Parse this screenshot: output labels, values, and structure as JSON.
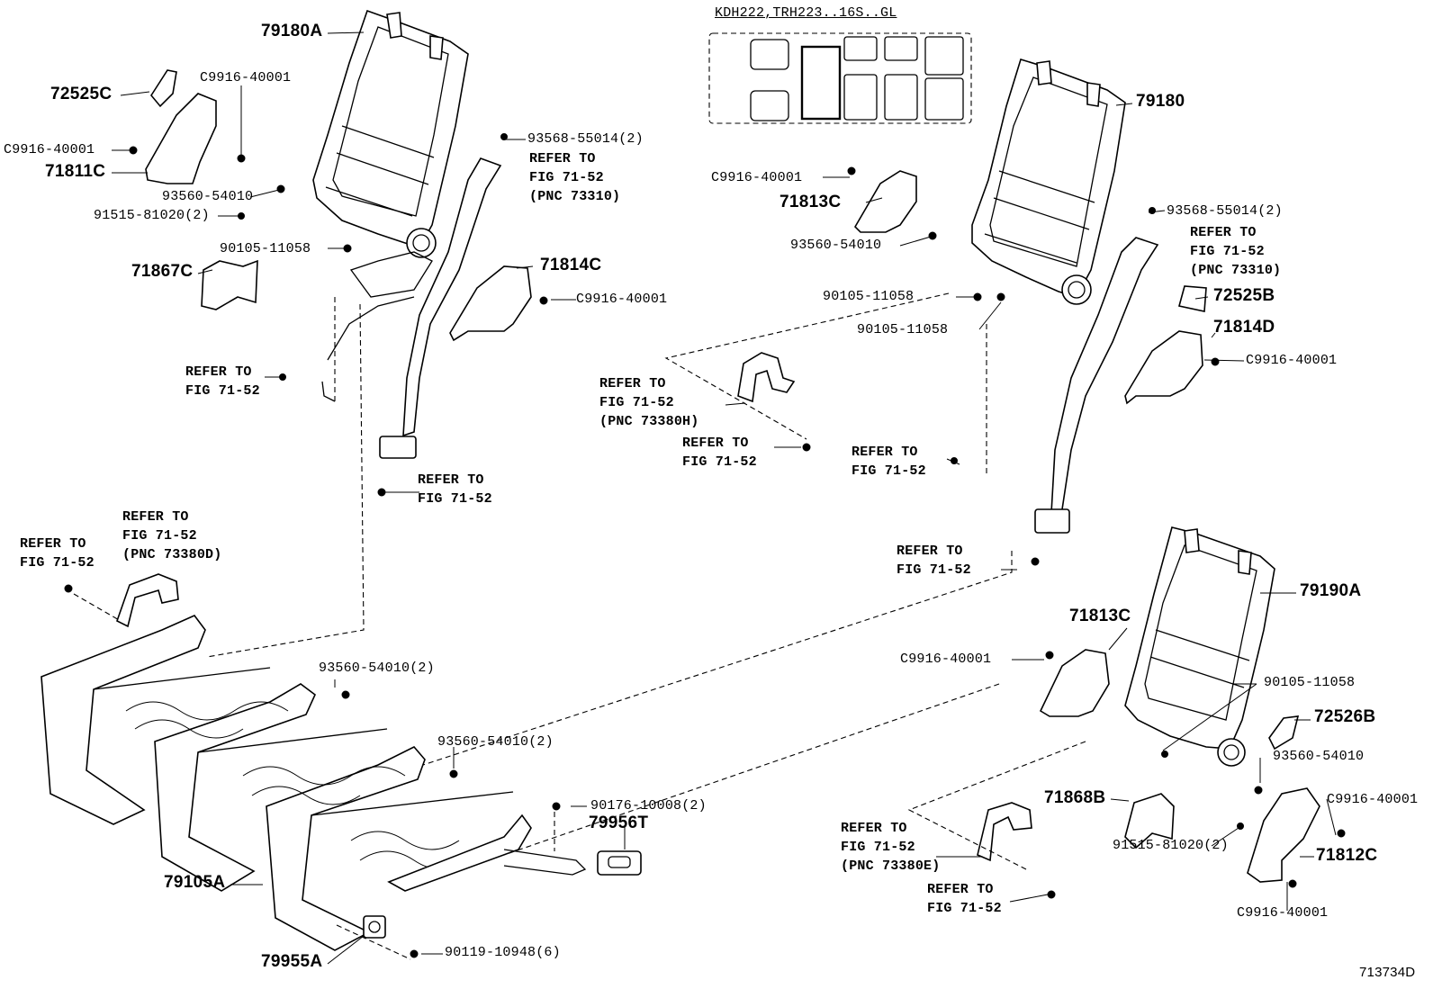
{
  "header": {
    "model_code": "KDH222,TRH223..16S..GL"
  },
  "figure_number": "713734D",
  "parts": {
    "p79180A": "79180A",
    "p72525C": "72525C",
    "p71811C": "71811C",
    "p71867C": "71867C",
    "p71814C": "71814C",
    "p79180": "79180",
    "p71813C_top": "71813C",
    "p72525B": "72525B",
    "p71814D": "71814D",
    "p79190A": "79190A",
    "p71813C_bottom": "71813C",
    "p72526B": "72526B",
    "p71868B": "71868B",
    "p71812C": "71812C",
    "p79105A": "79105A",
    "p79955A": "79955A",
    "p79956T": "79956T"
  },
  "callouts": {
    "c9916_a": "C9916-40001",
    "c9916_b": "C9916-40001",
    "n93560_a": "93560-54010",
    "n91515_a": "91515-81020(2)",
    "n90105_a": "90105-11058",
    "n93568_a": "93568-55014(2)",
    "c9916_c": "C9916-40001",
    "c9916_d": "C9916-40001",
    "n93560_b": "93560-54010",
    "n93568_b": "93568-55014(2)",
    "n90105_b": "90105-11058",
    "n90105_c": "90105-11058",
    "c9916_e": "C9916-40001",
    "c9916_f": "C9916-40001",
    "n90105_d": "90105-11058",
    "n93560_c": "93560-54010",
    "c9916_g": "C9916-40001",
    "n91515_b": "91515-81020(2)",
    "c9916_h": "C9916-40001",
    "n93560_d": "93560-54010(2)",
    "n93560_e": "93560-54010(2)",
    "n90176": "90176-10008(2)",
    "n90119": "90119-10948(6)"
  },
  "refers": {
    "r1": "REFER TO\nFIG 71-52\n(PNC 73310)",
    "r2": "REFER TO\nFIG 71-52",
    "r3": "REFER TO\nFIG 71-52",
    "r4": "REFER TO\nFIG 71-52\n(PNC 73380D)",
    "r5": "REFER TO\nFIG 71-52",
    "r6": "REFER TO\nFIG 71-52\n(PNC 73310)",
    "r7": "REFER TO\nFIG 71-52\n(PNC 73380H)",
    "r8": "REFER TO\nFIG 71-52",
    "r9": "REFER TO\nFIG 71-52",
    "r10": "REFER TO\nFIG 71-52",
    "r11": "REFER TO\nFIG 71-52\n(PNC 73380E)",
    "r12": "REFER TO\nFIG 71-52"
  }
}
